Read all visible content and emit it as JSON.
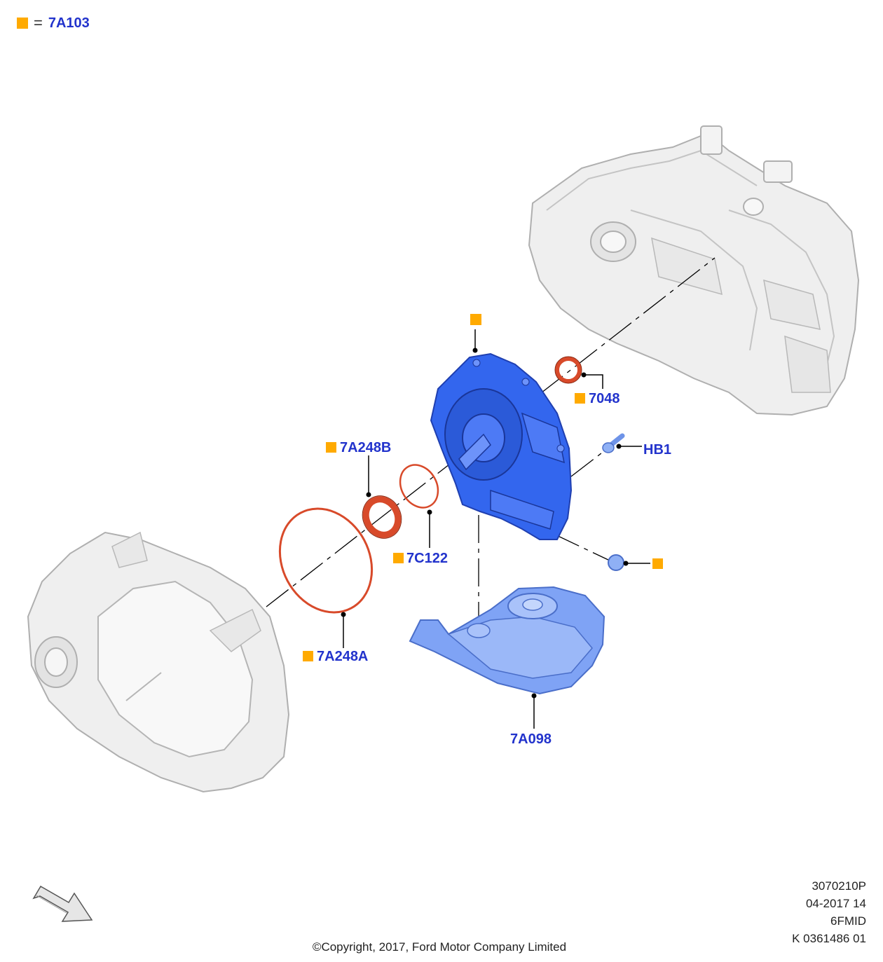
{
  "colors": {
    "marker": "#FFAA00",
    "label": "#2233CC",
    "seal": "#D84A2A",
    "part_blue": "#3366EE",
    "housing": "#EFEFEF",
    "housing_stroke": "#AFAFAF"
  },
  "legend": {
    "equals": "=",
    "code": "7A103"
  },
  "callouts": {
    "c7048": "7048",
    "hb1": "HB1",
    "c7a248b": "7A248B",
    "c7c122": "7C122",
    "c7a248a": "7A248A",
    "c7a098": "7A098"
  },
  "meta": {
    "line1": "3070210P",
    "line2": "04-2017 14",
    "line3": "6FMID",
    "line4": "K 0361486 01"
  },
  "copyright": "©Copyright, 2017, Ford Motor Company Limited"
}
